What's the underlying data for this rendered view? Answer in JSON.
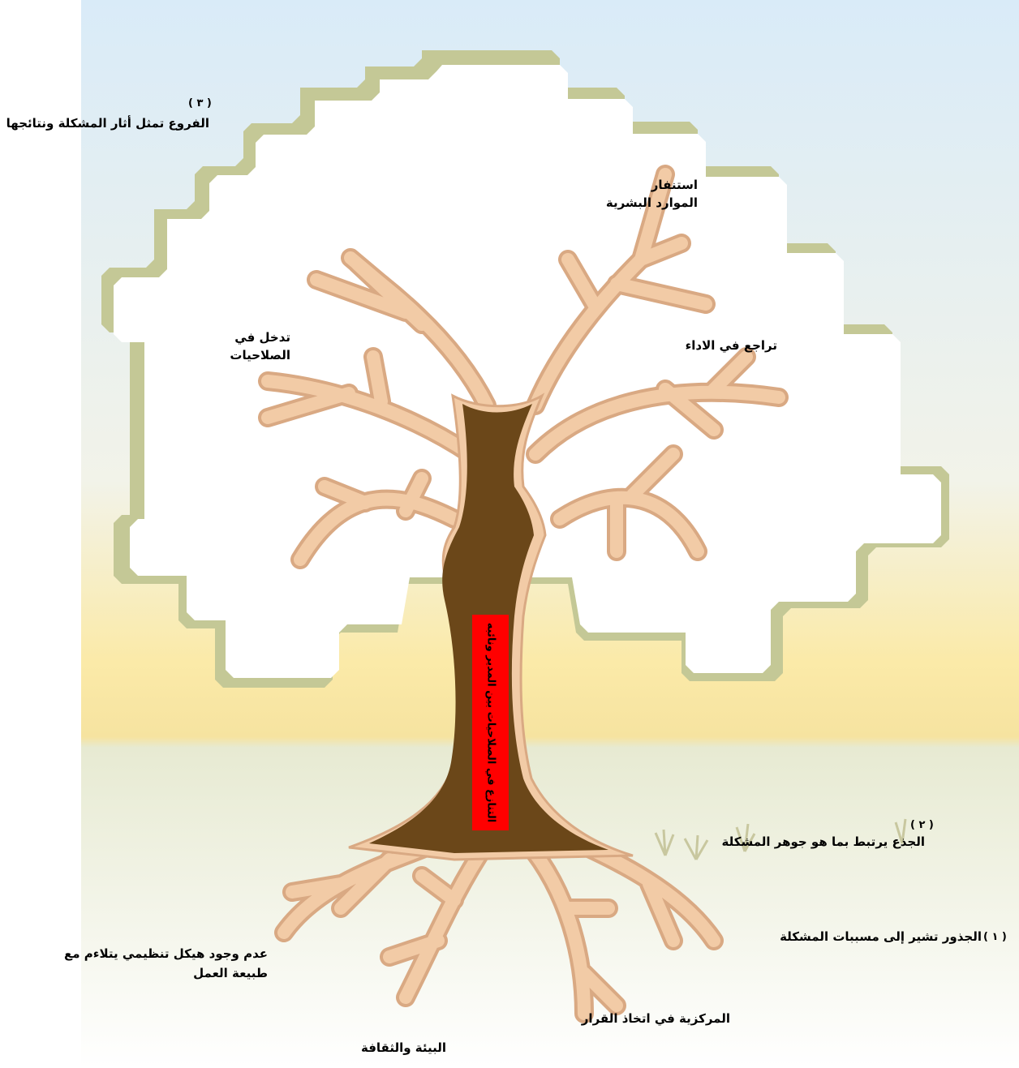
{
  "trunk": {
    "label": "التنازع في الصلاحيات بين المدير ونائبه",
    "caption_number": "( ٢ )",
    "caption": "الجذع يرتبط بما هو جوهر المشكلة"
  },
  "branches": {
    "caption_number": "( ٣ )",
    "caption": "الفروع تمثل أثار المشكلة ونتائجها",
    "effects": [
      {
        "line1": "استنفار",
        "line2": "الموارد البشرية"
      },
      {
        "line1": "تدخل في",
        "line2": "الصلاحيات"
      },
      {
        "line1": "تراجع في الاداء"
      }
    ]
  },
  "roots": {
    "caption_number": "( ١ )",
    "caption": "الجذور تشير إلى مسببات المشكلة",
    "causes": [
      {
        "line1": "عدم وجود هيكل تنظيمي يتلاءم مع",
        "line2": "طبيعة العمل"
      },
      {
        "line1": "البيئة والثقافة"
      },
      {
        "line1": "المركزية في اتخاذ القرار"
      }
    ]
  },
  "colors": {
    "sky_top": "#dcecf8",
    "sky_horizon": "#fbe9a6",
    "ground": "#eef0dc",
    "canopy": "#ffffff",
    "canopy_outline": "#c5c99a",
    "branch": "#f1c8a2",
    "branch_edge": "#d9a983",
    "trunk": "#6b4719",
    "trunk_label_bg": "#ff0000"
  }
}
